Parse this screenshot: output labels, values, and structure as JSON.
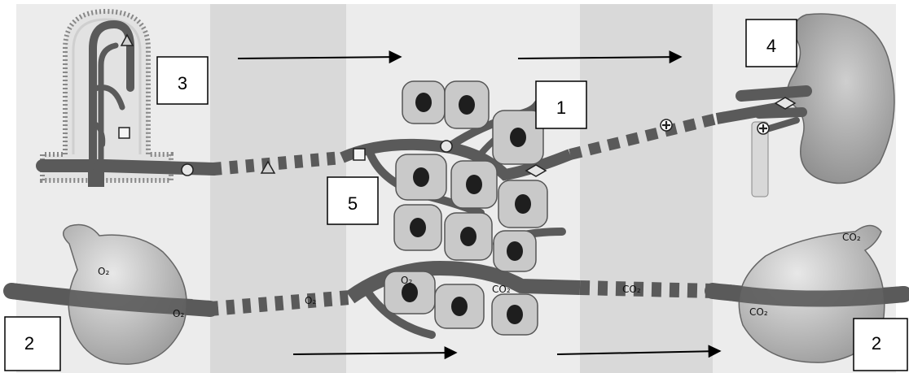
{
  "colors": {
    "band_light": "#ededed",
    "band_dark": "#dcdcdc",
    "vessel": "#5a5a5a",
    "cell_fill": "#c9c9c9",
    "cell_stroke": "#555555",
    "nucleus": "#1e1e1e",
    "organ_fill": "#bdbdbd",
    "box_stroke": "#000000"
  },
  "labels": {
    "cells": "1",
    "lung_left": "2",
    "lung_right": "2",
    "intestine": "3",
    "kidney": "4",
    "capillary": "5"
  },
  "gases": {
    "o2": "O₂",
    "co2": "CO₂"
  },
  "icons": [
    "triangle-marker",
    "square-marker",
    "circle-marker",
    "diamond-marker",
    "plus-marker",
    "flow-arrow"
  ]
}
